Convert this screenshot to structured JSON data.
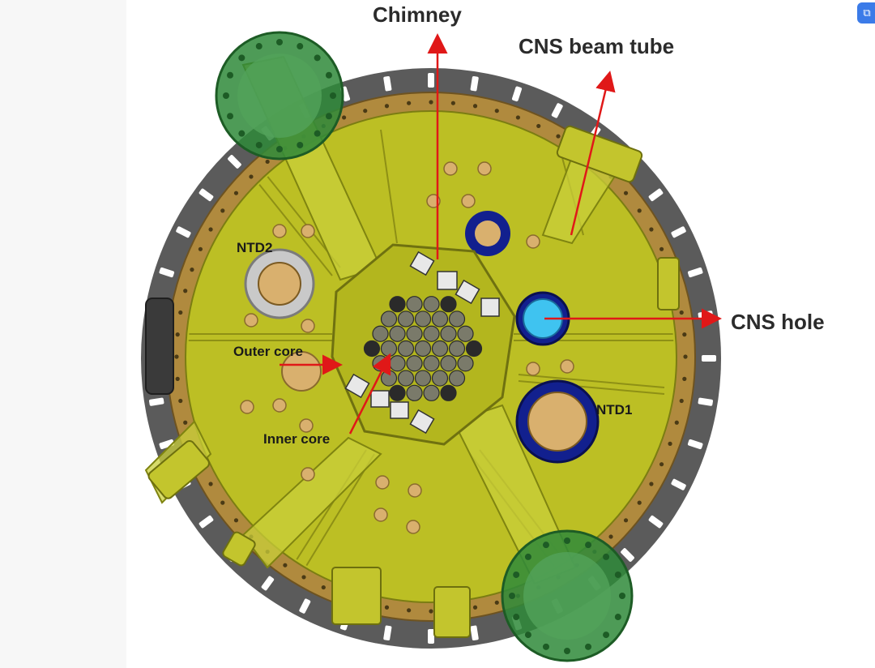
{
  "labels": {
    "chimney": "Chimney",
    "cns_beam_tube": "CNS beam tube",
    "cns_hole": "CNS hole",
    "ntd2": "NTD2",
    "ntd1": "NTD1",
    "outer_core": "Outer core",
    "inner_core": "Inner core"
  },
  "colors": {
    "vessel_gray": "#5b5b5b",
    "flange_bronze": "#b08a3e",
    "plate_yellow": "#bcbf24",
    "green_flange": "#2f8a3a",
    "navy_ring": "#12208e",
    "cns_cyan": "#3fc3f0",
    "arrow_red": "#e01818",
    "hole_tan": "#d9b06e"
  }
}
